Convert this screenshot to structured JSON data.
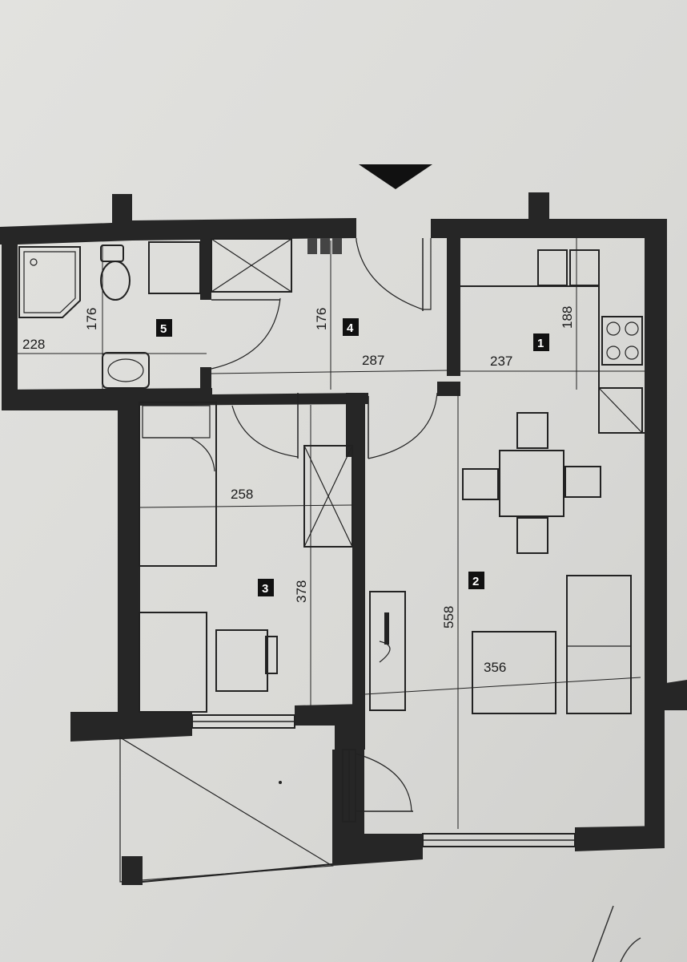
{
  "rooms": [
    {
      "number": "1"
    },
    {
      "number": "2"
    },
    {
      "number": "3"
    },
    {
      "number": "4"
    },
    {
      "number": "5"
    }
  ],
  "dimensions": {
    "bath_width": "228",
    "bath_depth": "176",
    "hall_depth": "176",
    "hall_width": "287",
    "kitchen_width": "237",
    "kitchen_depth": "188",
    "bedroom_width": "258",
    "bedroom_depth": "378",
    "living_depth": "558",
    "living_width": "356"
  }
}
